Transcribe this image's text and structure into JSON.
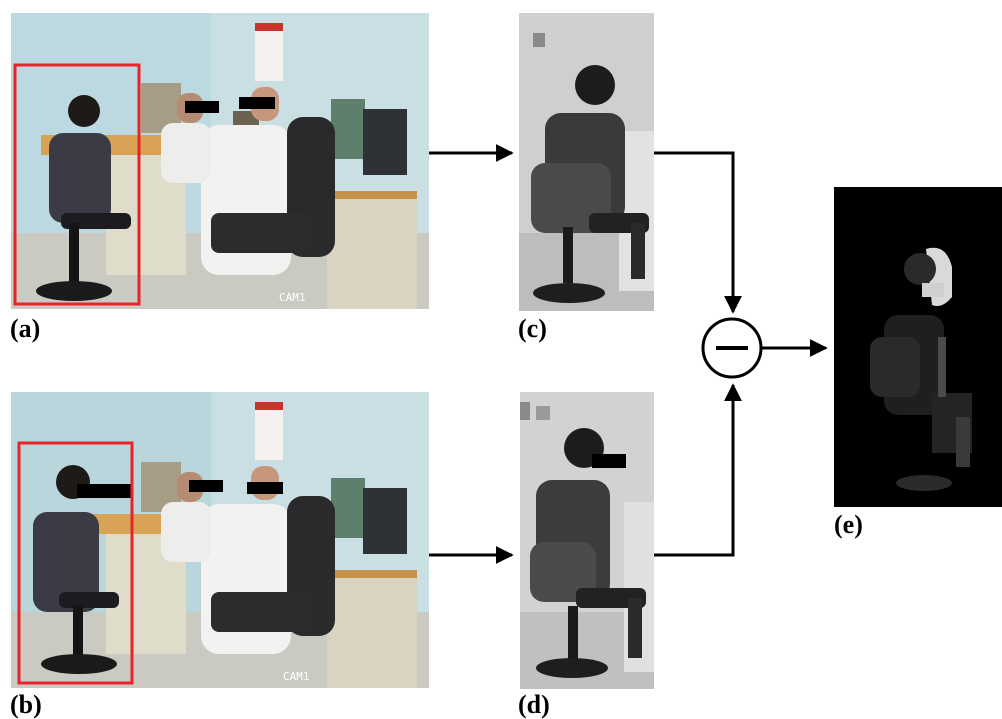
{
  "panels": {
    "a": {
      "caption": "(a)",
      "overlay_text": "CAM1"
    },
    "b": {
      "caption": "(b)",
      "overlay_text": "CAM1"
    },
    "c": {
      "caption": "(c)"
    },
    "d": {
      "caption": "(d)"
    },
    "e": {
      "caption": "(e)"
    }
  },
  "operator": {
    "symbol": "minus-circle-icon"
  },
  "colors": {
    "bbox": "#e8232a",
    "arrow": "#000000",
    "diff_bg": "#000000"
  }
}
